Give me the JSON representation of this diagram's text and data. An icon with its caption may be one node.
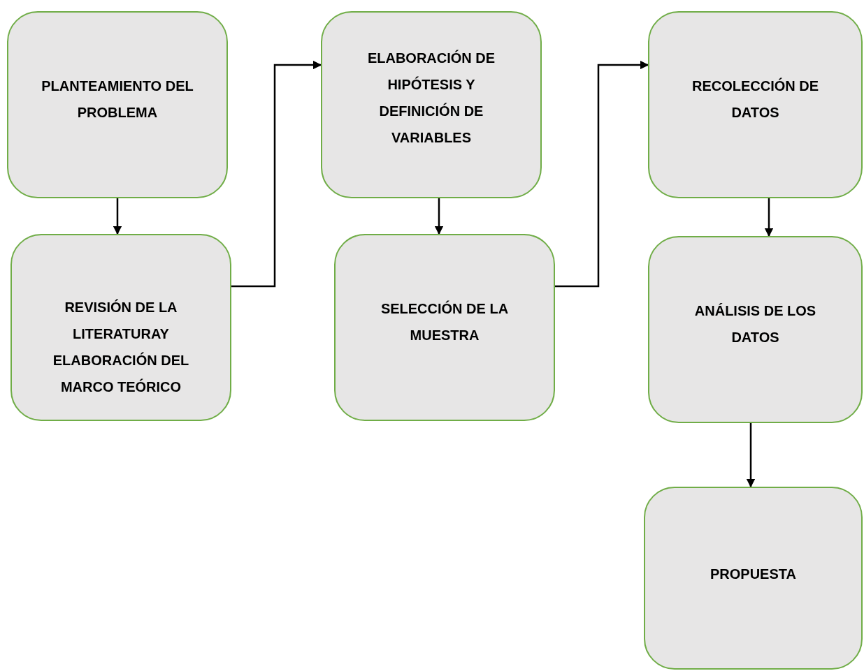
{
  "diagram": {
    "nodes": [
      {
        "text": [
          "PLANTEAMIENTO DEL PROBLEMA"
        ]
      },
      {
        "text": [
          "REVISIÓN DE LA LITERATURAY ELABORACIÓN DEL MARCO TEÓRICO"
        ]
      },
      {
        "text": [
          "ELABORACIÓN DE HIPÓTESIS Y DEFINICIÓN DE VARIABLES"
        ]
      },
      {
        "text": [
          "SELECCIÓN DE LA MUESTRA"
        ]
      },
      {
        "text": [
          "RECOLECCIÓN DE DATOS"
        ]
      },
      {
        "text": [
          "ANÁLISIS DE LOS DATOS"
        ]
      },
      {
        "text": [
          "PROPUESTA"
        ]
      }
    ],
    "edges": [
      {
        "from": 0,
        "to": 1,
        "arrow": "to"
      },
      {
        "from": 1,
        "to": 2,
        "arrow": "to"
      },
      {
        "from": 2,
        "to": 3,
        "arrow": "to"
      },
      {
        "from": 3,
        "to": 4,
        "arrow": "to"
      },
      {
        "from": 4,
        "to": 5,
        "arrow": "to"
      },
      {
        "from": 5,
        "to": 6,
        "arrow": "to"
      }
    ]
  }
}
